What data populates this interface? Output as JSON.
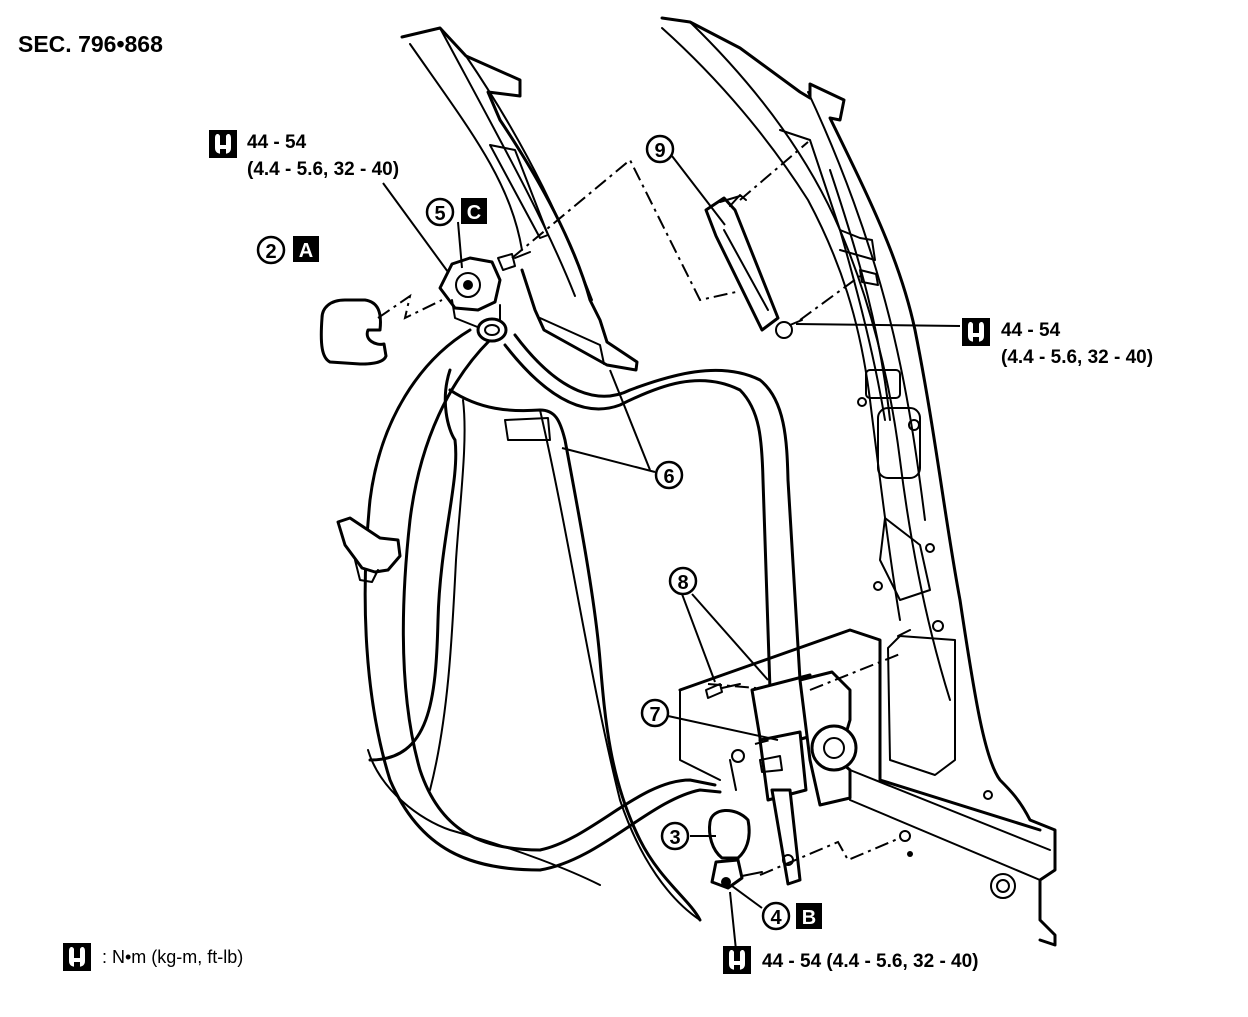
{
  "section_code": "SEC. 796•868",
  "torque_top": {
    "value": "44 - 54",
    "detail": "(4.4 - 5.6, 32 - 40)"
  },
  "torque_right": {
    "value": "44 - 54",
    "detail": "(4.4 - 5.6, 32 - 40)"
  },
  "torque_bottom": {
    "value": "44 - 54 (4.4 - 5.6, 32 - 40)"
  },
  "legend": {
    "symbol_icon": "torque-wrench-icon",
    "text": ": N•m (kg-m, ft-lb)"
  },
  "callouts": {
    "c2": {
      "num": "2",
      "letter": "A"
    },
    "c3": {
      "num": "3"
    },
    "c4": {
      "num": "4",
      "letter": "B"
    },
    "c5": {
      "num": "5",
      "letter": "C"
    },
    "c6": {
      "num": "6"
    },
    "c7": {
      "num": "7"
    },
    "c8": {
      "num": "8"
    },
    "c9": {
      "num": "9"
    }
  }
}
